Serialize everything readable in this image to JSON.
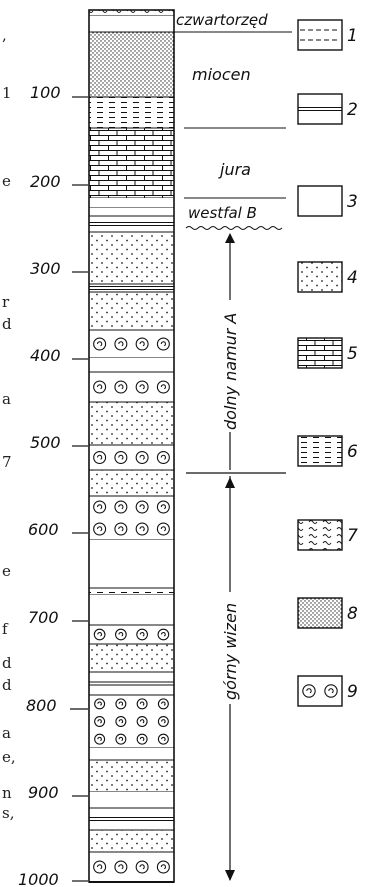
{
  "header": {
    "top_depth_label": "",
    "top_unit": "czwartorzęd"
  },
  "depth_axis": {
    "labels": [
      "100",
      "200",
      "300",
      "400",
      "500",
      "600",
      "700",
      "800",
      "900",
      "1000"
    ]
  },
  "stratigraphy": {
    "units": [
      {
        "key": "quaternary",
        "label": "czwartorzęd"
      },
      {
        "key": "miocene",
        "label": "miocen"
      },
      {
        "key": "jurassic",
        "label": "jura"
      },
      {
        "key": "westphalian",
        "label": "westfal B"
      },
      {
        "key": "lower_namurian",
        "label": "dolny namur A"
      },
      {
        "key": "upper_visean",
        "label": "górny wizen"
      }
    ]
  },
  "legend": {
    "items": [
      {
        "number": "1",
        "pattern": "dashed-lines"
      },
      {
        "number": "2",
        "pattern": "double-line"
      },
      {
        "number": "3",
        "pattern": "blank"
      },
      {
        "number": "4",
        "pattern": "sparse-dots"
      },
      {
        "number": "5",
        "pattern": "bricks"
      },
      {
        "number": "6",
        "pattern": "short-dashes"
      },
      {
        "number": "7",
        "pattern": "wavy-lines"
      },
      {
        "number": "8",
        "pattern": "dense-dots"
      },
      {
        "number": "9",
        "pattern": "spirals"
      }
    ]
  },
  "left_margin_fragments": [
    ",",
    "1",
    "e",
    "r",
    "d",
    "a",
    "7",
    "e",
    "f",
    "d",
    "d",
    "a",
    "e,",
    "n",
    "s,"
  ]
}
